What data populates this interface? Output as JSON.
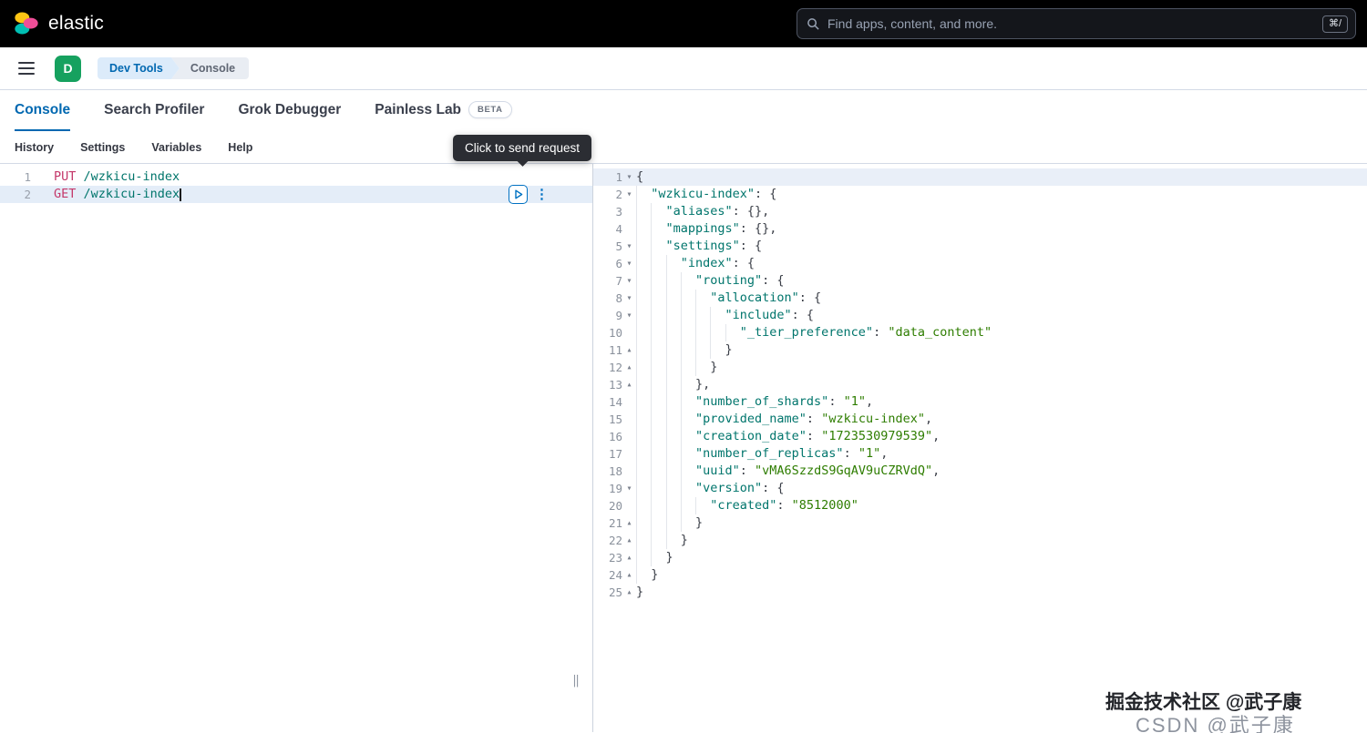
{
  "topbar": {
    "brand": "elastic",
    "search_placeholder": "Find apps, content, and more.",
    "shortcut_key": "⌘/"
  },
  "nav": {
    "deployment_initial": "D",
    "breadcrumbs": [
      "Dev Tools",
      "Console"
    ]
  },
  "tabs": [
    {
      "label": "Console",
      "active": true
    },
    {
      "label": "Search Profiler",
      "active": false
    },
    {
      "label": "Grok Debugger",
      "active": false
    },
    {
      "label": "Painless Lab",
      "active": false,
      "badge": "BETA"
    }
  ],
  "console_menu": [
    "History",
    "Settings",
    "Variables",
    "Help"
  ],
  "tooltip": {
    "text": "Click to send request"
  },
  "editor": {
    "lines": [
      {
        "num": "1",
        "method": "PUT",
        "path": " /wzkicu-index",
        "active": false
      },
      {
        "num": "2",
        "method": "GET",
        "path": " /wzkicu-index",
        "active": true
      }
    ]
  },
  "response": {
    "lines": [
      {
        "num": "1",
        "fold": "v",
        "indent": 0,
        "hl": true,
        "tokens": [
          [
            "p",
            "{"
          ]
        ]
      },
      {
        "num": "2",
        "fold": "v",
        "indent": 1,
        "tokens": [
          [
            "k",
            "\"wzkicu-index\""
          ],
          [
            "p",
            ": {"
          ]
        ]
      },
      {
        "num": "3",
        "fold": "",
        "indent": 2,
        "tokens": [
          [
            "k",
            "\"aliases\""
          ],
          [
            "p",
            ": {},"
          ]
        ]
      },
      {
        "num": "4",
        "fold": "",
        "indent": 2,
        "tokens": [
          [
            "k",
            "\"mappings\""
          ],
          [
            "p",
            ": {},"
          ]
        ]
      },
      {
        "num": "5",
        "fold": "v",
        "indent": 2,
        "tokens": [
          [
            "k",
            "\"settings\""
          ],
          [
            "p",
            ": {"
          ]
        ]
      },
      {
        "num": "6",
        "fold": "v",
        "indent": 3,
        "tokens": [
          [
            "k",
            "\"index\""
          ],
          [
            "p",
            ": {"
          ]
        ]
      },
      {
        "num": "7",
        "fold": "v",
        "indent": 4,
        "tokens": [
          [
            "k",
            "\"routing\""
          ],
          [
            "p",
            ": {"
          ]
        ]
      },
      {
        "num": "8",
        "fold": "v",
        "indent": 5,
        "tokens": [
          [
            "k",
            "\"allocation\""
          ],
          [
            "p",
            ": {"
          ]
        ]
      },
      {
        "num": "9",
        "fold": "v",
        "indent": 6,
        "tokens": [
          [
            "k",
            "\"include\""
          ],
          [
            "p",
            ": {"
          ]
        ]
      },
      {
        "num": "10",
        "fold": "",
        "indent": 7,
        "tokens": [
          [
            "k",
            "\"_tier_preference\""
          ],
          [
            "p",
            ": "
          ],
          [
            "v",
            "\"data_content\""
          ]
        ]
      },
      {
        "num": "11",
        "fold": "^",
        "indent": 6,
        "tokens": [
          [
            "p",
            "}"
          ]
        ]
      },
      {
        "num": "12",
        "fold": "^",
        "indent": 5,
        "tokens": [
          [
            "p",
            "}"
          ]
        ]
      },
      {
        "num": "13",
        "fold": "^",
        "indent": 4,
        "tokens": [
          [
            "p",
            "},"
          ]
        ]
      },
      {
        "num": "14",
        "fold": "",
        "indent": 4,
        "tokens": [
          [
            "k",
            "\"number_of_shards\""
          ],
          [
            "p",
            ": "
          ],
          [
            "v",
            "\"1\""
          ],
          [
            "p",
            ","
          ]
        ]
      },
      {
        "num": "15",
        "fold": "",
        "indent": 4,
        "tokens": [
          [
            "k",
            "\"provided_name\""
          ],
          [
            "p",
            ": "
          ],
          [
            "v",
            "\"wzkicu-index\""
          ],
          [
            "p",
            ","
          ]
        ]
      },
      {
        "num": "16",
        "fold": "",
        "indent": 4,
        "tokens": [
          [
            "k",
            "\"creation_date\""
          ],
          [
            "p",
            ": "
          ],
          [
            "v",
            "\"1723530979539\""
          ],
          [
            "p",
            ","
          ]
        ]
      },
      {
        "num": "17",
        "fold": "",
        "indent": 4,
        "tokens": [
          [
            "k",
            "\"number_of_replicas\""
          ],
          [
            "p",
            ": "
          ],
          [
            "v",
            "\"1\""
          ],
          [
            "p",
            ","
          ]
        ]
      },
      {
        "num": "18",
        "fold": "",
        "indent": 4,
        "tokens": [
          [
            "k",
            "\"uuid\""
          ],
          [
            "p",
            ": "
          ],
          [
            "v",
            "\"vMA6SzzdS9GqAV9uCZRVdQ\""
          ],
          [
            "p",
            ","
          ]
        ]
      },
      {
        "num": "19",
        "fold": "v",
        "indent": 4,
        "tokens": [
          [
            "k",
            "\"version\""
          ],
          [
            "p",
            ": {"
          ]
        ]
      },
      {
        "num": "20",
        "fold": "",
        "indent": 5,
        "tokens": [
          [
            "k",
            "\"created\""
          ],
          [
            "p",
            ": "
          ],
          [
            "v",
            "\"8512000\""
          ]
        ]
      },
      {
        "num": "21",
        "fold": "^",
        "indent": 4,
        "tokens": [
          [
            "p",
            "}"
          ]
        ]
      },
      {
        "num": "22",
        "fold": "^",
        "indent": 3,
        "tokens": [
          [
            "p",
            "}"
          ]
        ]
      },
      {
        "num": "23",
        "fold": "^",
        "indent": 2,
        "tokens": [
          [
            "p",
            "}"
          ]
        ]
      },
      {
        "num": "24",
        "fold": "^",
        "indent": 1,
        "tokens": [
          [
            "p",
            "}"
          ]
        ]
      },
      {
        "num": "25",
        "fold": "^",
        "indent": 0,
        "tokens": [
          [
            "p",
            "}"
          ]
        ]
      }
    ]
  },
  "watermark": {
    "line1": "掘金技术社区 @武子康",
    "line2": "CSDN @武子康"
  },
  "colors": {
    "accent": "#0071c2",
    "active_tab": "#0068b1",
    "method_token": "#c4386a",
    "url_token": "#00756b",
    "json_key": "#00756c",
    "json_string": "#2e7d00",
    "deployment_badge": "#16a15f",
    "tooltip_bg": "#2b2d33"
  }
}
